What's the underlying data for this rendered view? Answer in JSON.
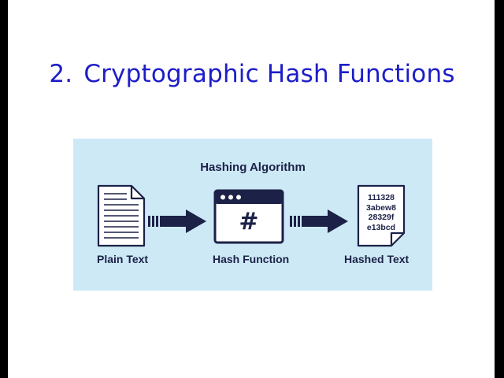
{
  "slide": {
    "title_number": "2.",
    "title_text": "Cryptographic Hash Functions"
  },
  "diagram": {
    "heading": "Hashing Algorithm",
    "steps": [
      {
        "label": "Plain Text",
        "icon": "document-icon"
      },
      {
        "label": "Hash Function",
        "icon": "browser-window-icon",
        "glyph": "#"
      },
      {
        "label": "Hashed Text",
        "icon": "document-icon",
        "lines": [
          "111328",
          "3abew8",
          "28329f",
          "e13bcd"
        ]
      }
    ],
    "colors": {
      "panel": "#cde9f6",
      "ink": "#1c2147",
      "title": "#1d1dc8"
    }
  }
}
